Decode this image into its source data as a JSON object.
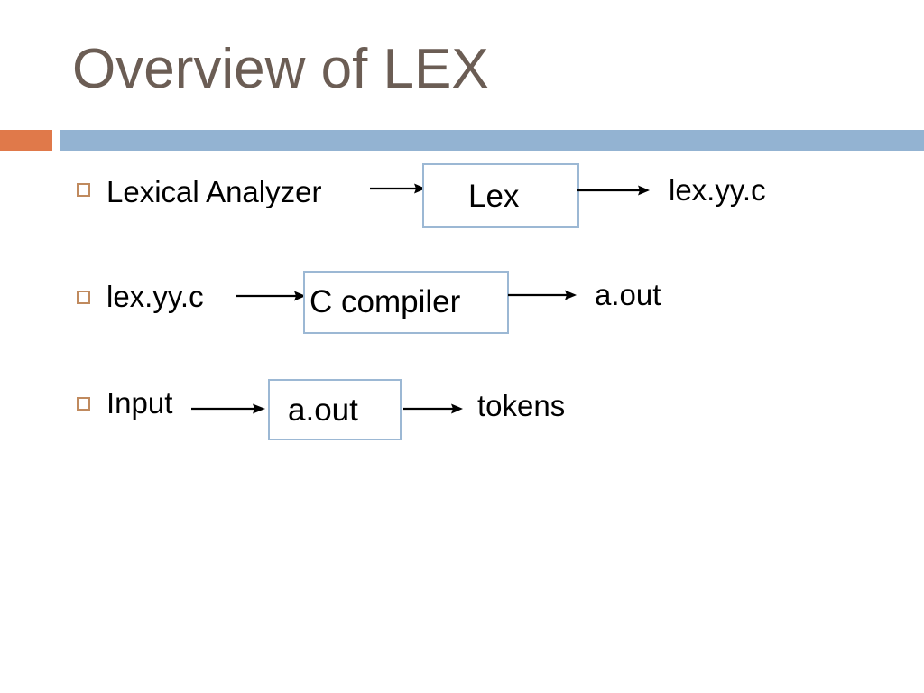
{
  "slide": {
    "title": "Overview of LEX",
    "colors": {
      "title_text": "#6b5d54",
      "accent_orange": "#e0794a",
      "accent_blue": "#93b3d2",
      "box_border": "#9cb8d4",
      "bullet_border": "#c08a5e",
      "body_text": "#000000",
      "background": "#ffffff"
    },
    "rows": [
      {
        "bullet": "hollow-square-bullet",
        "input_label": "Lexical Analyzer",
        "process_label": "Lex",
        "output_label": "lex.yy.c"
      },
      {
        "bullet": "hollow-square-bullet",
        "input_label": "lex.yy.c",
        "process_label": "C compiler",
        "output_label": "a.out"
      },
      {
        "bullet": "hollow-square-bullet",
        "input_label": "Input",
        "process_label": "a.out",
        "output_label": "tokens"
      }
    ],
    "arrow_icon_name": "right-arrow-icon"
  }
}
